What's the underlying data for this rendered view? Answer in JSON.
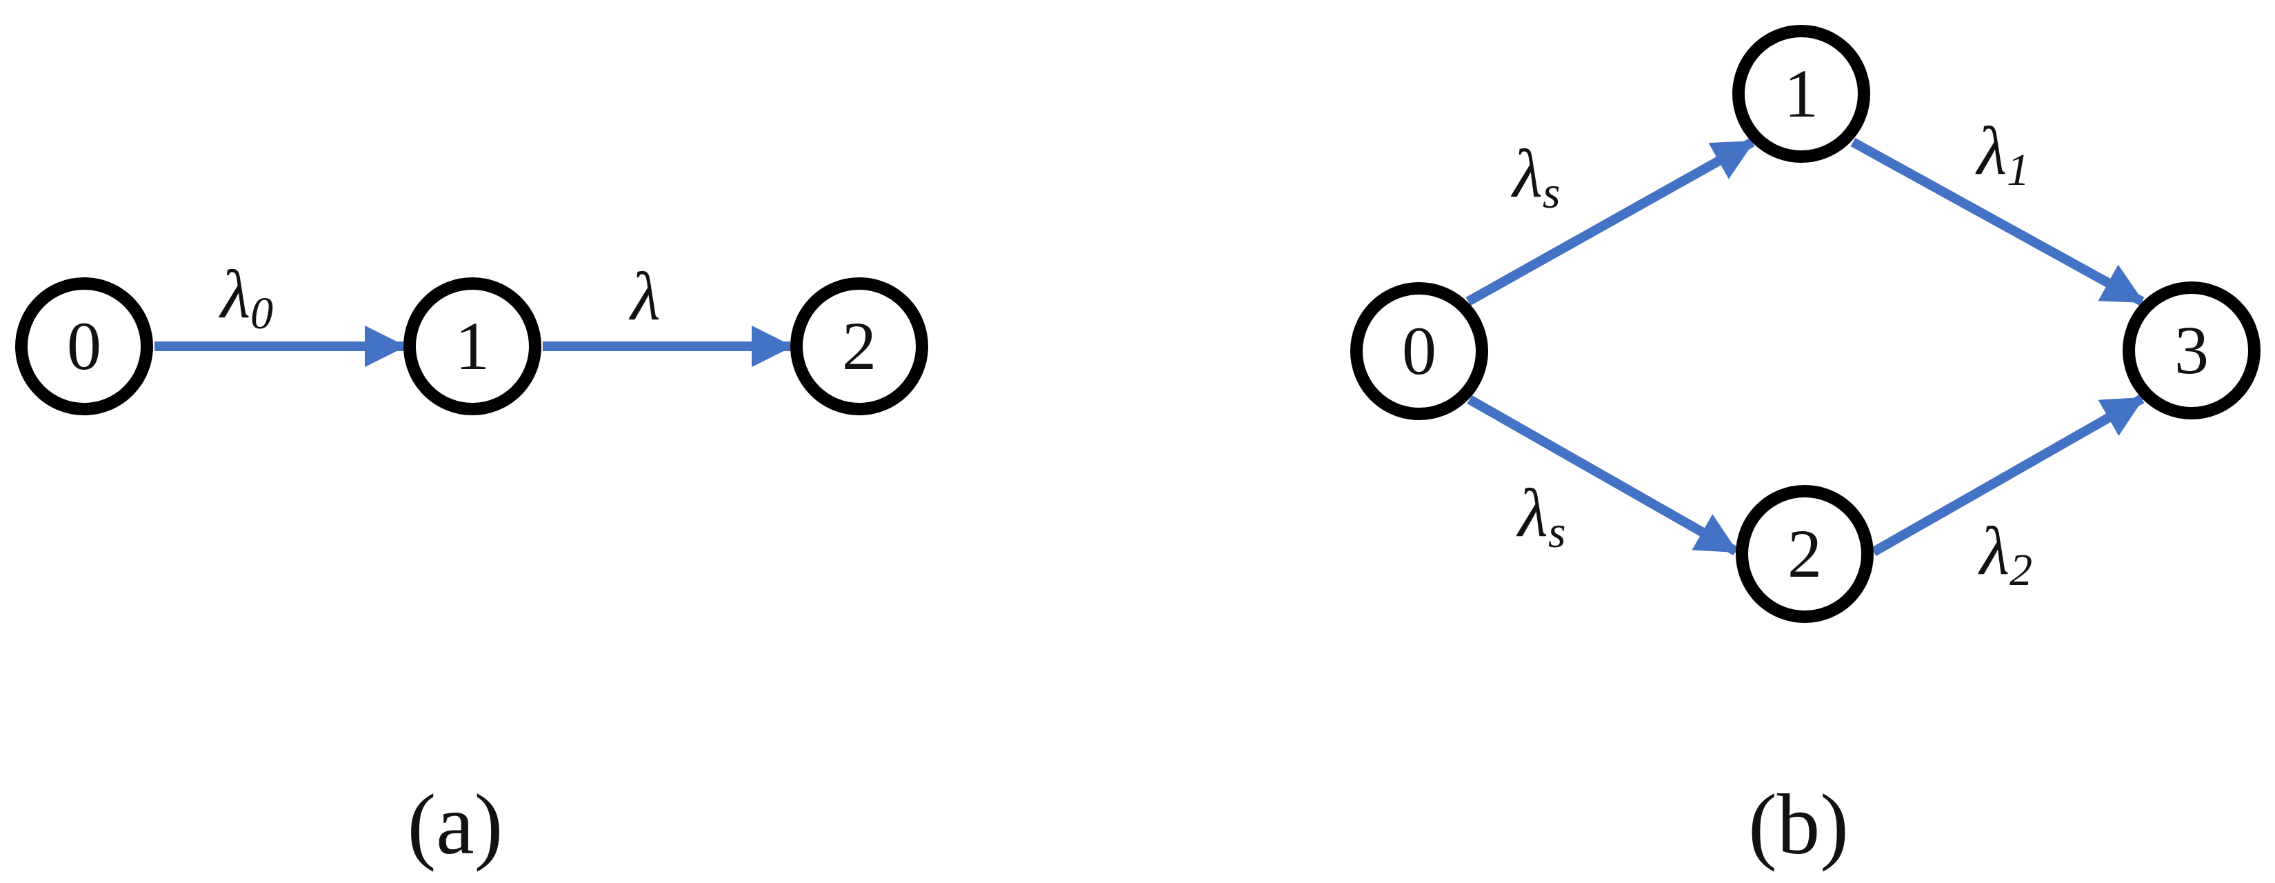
{
  "figure": {
    "background": "#ffffff",
    "edge_color": "#4472C4",
    "node_fill": "#ffffff",
    "node_stroke": "#000000",
    "diagrams": [
      {
        "name": "serial-chain",
        "caption": "(a)",
        "nodes": [
          {
            "label": "0"
          },
          {
            "label": "1"
          },
          {
            "label": "2"
          }
        ],
        "edges": [
          {
            "from": "0",
            "to": "1",
            "rate_base": "λ",
            "rate_sub": "0"
          },
          {
            "from": "1",
            "to": "2",
            "rate_base": "λ",
            "rate_sub": ""
          }
        ]
      },
      {
        "name": "parallel-diamond",
        "caption": "(b)",
        "nodes": [
          {
            "label": "0"
          },
          {
            "label": "1"
          },
          {
            "label": "2"
          },
          {
            "label": "3"
          }
        ],
        "edges": [
          {
            "from": "0",
            "to": "1",
            "rate_base": "λ",
            "rate_sub": "s"
          },
          {
            "from": "0",
            "to": "2",
            "rate_base": "λ",
            "rate_sub": "s"
          },
          {
            "from": "1",
            "to": "3",
            "rate_base": "λ",
            "rate_sub": "1"
          },
          {
            "from": "2",
            "to": "3",
            "rate_base": "λ",
            "rate_sub": "2"
          }
        ]
      }
    ]
  }
}
